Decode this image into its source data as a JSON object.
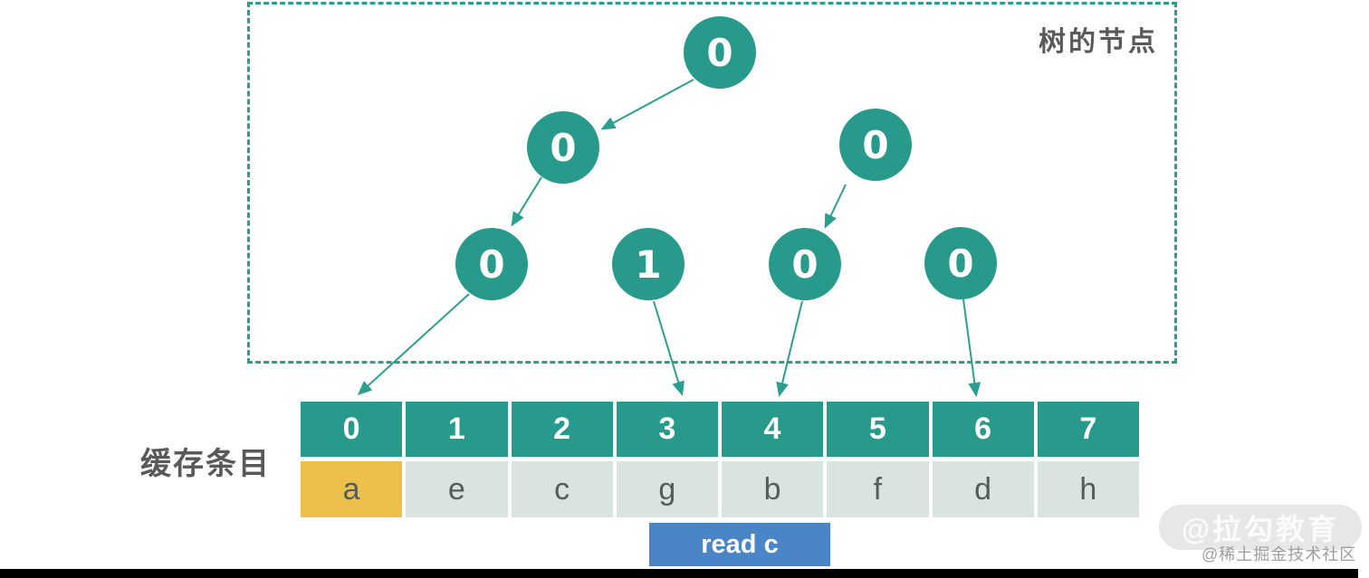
{
  "labels": {
    "tree_region": "树的节点",
    "cache": "缓存条目"
  },
  "tree": {
    "nodes": [
      {
        "id": "root",
        "value": "0"
      },
      {
        "id": "left",
        "value": "0"
      },
      {
        "id": "right",
        "value": "0"
      },
      {
        "id": "left-left",
        "value": "0"
      },
      {
        "id": "left-right",
        "value": "1"
      },
      {
        "id": "right-left",
        "value": "0"
      },
      {
        "id": "right-right",
        "value": "0"
      }
    ],
    "edges": [
      {
        "from": "root",
        "to": "left"
      },
      {
        "from": "left",
        "to": "left-left"
      },
      {
        "from": "right",
        "to": "right-left"
      },
      {
        "from": "left-left",
        "to": "cache-slot-0"
      },
      {
        "from": "left-right",
        "to": "cache-slot-3"
      },
      {
        "from": "right-left",
        "to": "cache-slot-4"
      },
      {
        "from": "right-right",
        "to": "cache-slot-6"
      }
    ]
  },
  "cache": {
    "indices": [
      "0",
      "1",
      "2",
      "3",
      "4",
      "5",
      "6",
      "7"
    ],
    "entries": [
      "a",
      "e",
      "c",
      "g",
      "b",
      "f",
      "d",
      "h"
    ],
    "highlighted_index": 0,
    "highlighted_entry": "a"
  },
  "action": {
    "label": "read c"
  },
  "watermarks": {
    "primary": "@拉勾教育",
    "secondary": "@稀土掘金技术社区"
  },
  "colors": {
    "teal": "#279a8c",
    "highlight_yellow": "#ecc04a",
    "entry_bg": "#d9e3e0",
    "button_blue": "#4a85c8",
    "label_gray": "#595959"
  }
}
